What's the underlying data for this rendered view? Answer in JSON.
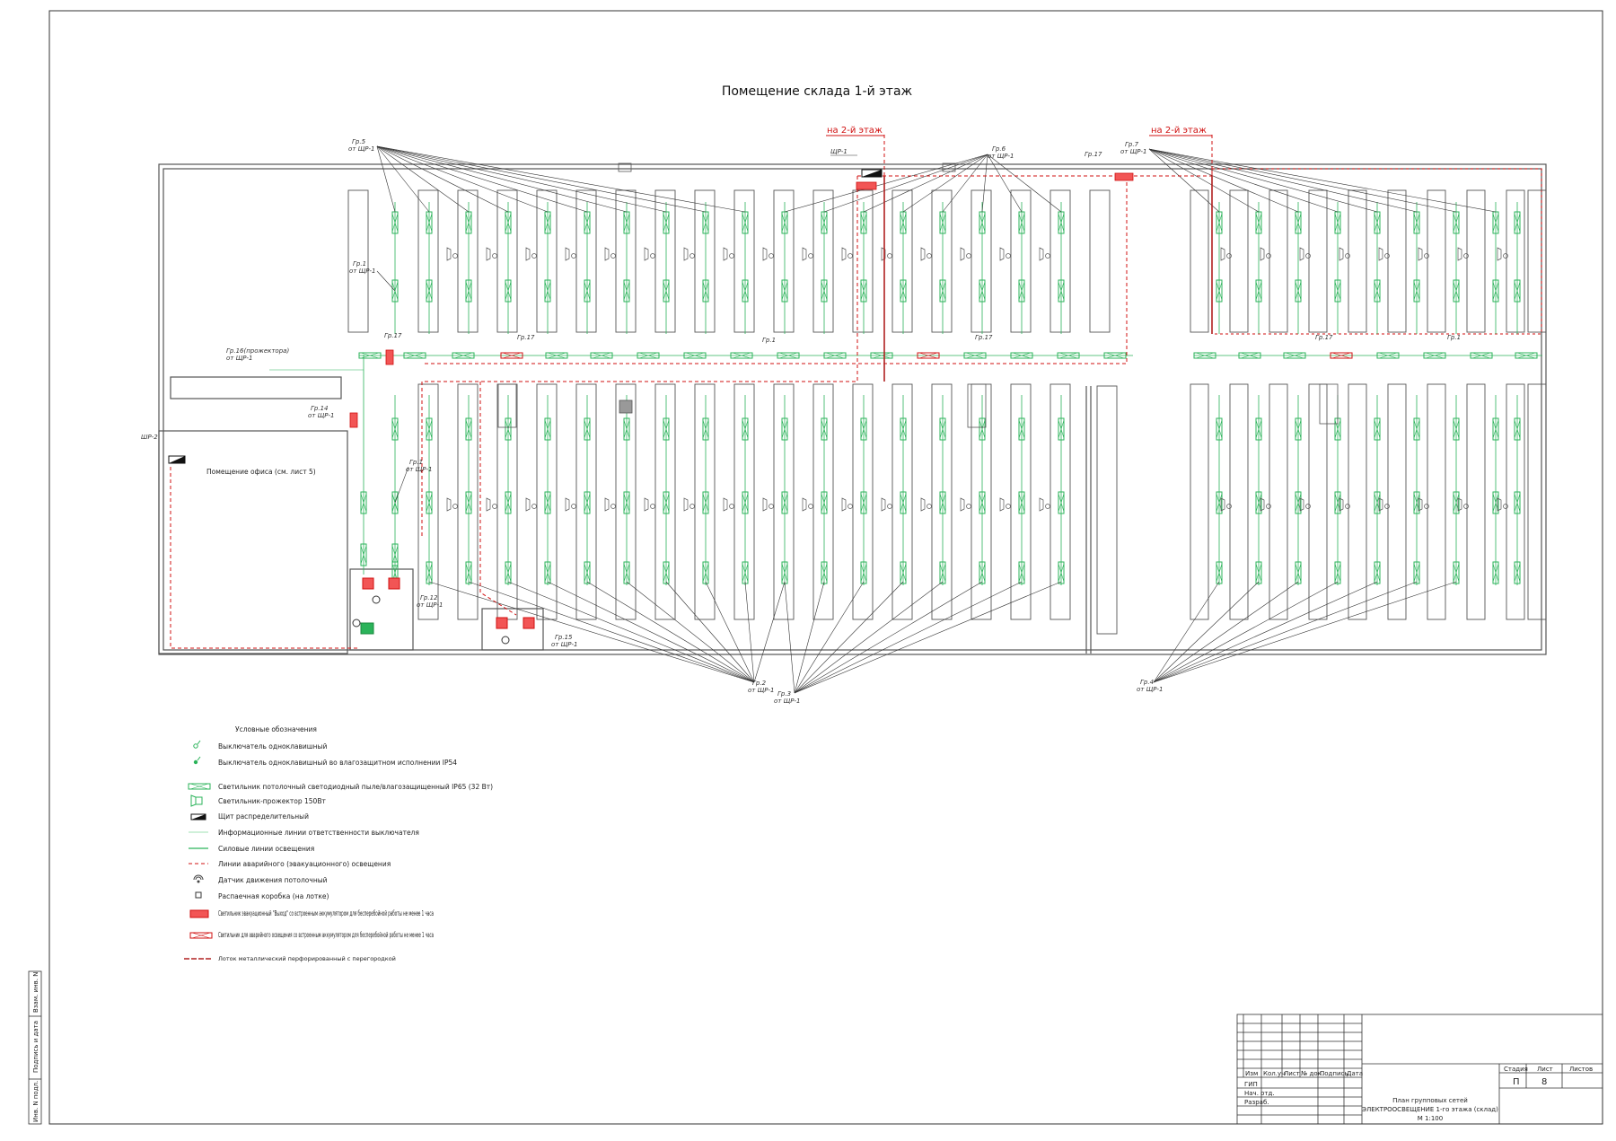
{
  "title": "Помещение склада 1-й этаж",
  "up_labels": [
    "на 2-й этаж",
    "на 2-й этаж"
  ],
  "panel_label": "ЩР-1",
  "panel2_label": "ШР-2",
  "office_label": "Помещение офиса (см. лист 5)",
  "groups": {
    "g5": "Гр.5",
    "g6": "Гр.6",
    "g17": "Гр.17",
    "g7": "Гр.7",
    "g1": "Гр.1",
    "g16": "Гр.16(прожектора)",
    "g14": "Гр.14",
    "g1b": "Гр.1",
    "g12": "Гр.12",
    "g15": "Гр.15",
    "g2": "Гр.2",
    "g3": "Гр.3",
    "g4": "Гр.4",
    "from": "от ЩР-1"
  },
  "legend": {
    "header": "Условные обозначения",
    "items": [
      "Выключатель одноклавишный",
      "Выключатель одноклавишный во влагозащитном исполнении IP54",
      "Светильник потолочный светодиодный пыле/влагозащищенный IP65 (32 Вт)",
      "Светильник-прожектор 150Вт",
      "Щит распределительный",
      "Информационные линии ответственности выключателя",
      "Силовые линии освещения",
      "Линии аварийного (эвакуационного) освещения",
      "Датчик движения потолочный",
      "Распаечная коробка (на лотке)",
      "Светильник эвакуационный \"Выход\" со встроенным аккумулятором для бесперебойной работы не менее 1 часа",
      "Светильник для аварийного освещения со встроенным аккумулятором для бесперебойной работы не менее 1 часа",
      "Лоток металлический перфорированный с перегородкой"
    ]
  },
  "stamp": {
    "side": [
      "Инв. N подл.",
      "Подпись и дата",
      "Взам. инв. N"
    ],
    "cols": [
      "Изм",
      "Кол.уч",
      "Лист",
      "№ док.",
      "Подпись",
      "Дата"
    ],
    "rows": [
      "ГИП",
      "Нач. отд.",
      "Разраб."
    ],
    "stage_h": "Стадия",
    "sheet_h": "Лист",
    "sheets_h": "Листов",
    "stage": "П",
    "sheet": "8",
    "desc": [
      "План групповых сетей",
      "ЭЛЕКТРООСВЕЩЕНИЕ 1-го этажа (склад)",
      "М 1:100"
    ]
  },
  "colors": {
    "green": "#2bb35a",
    "red": "#d01010",
    "wall": "#555555"
  }
}
